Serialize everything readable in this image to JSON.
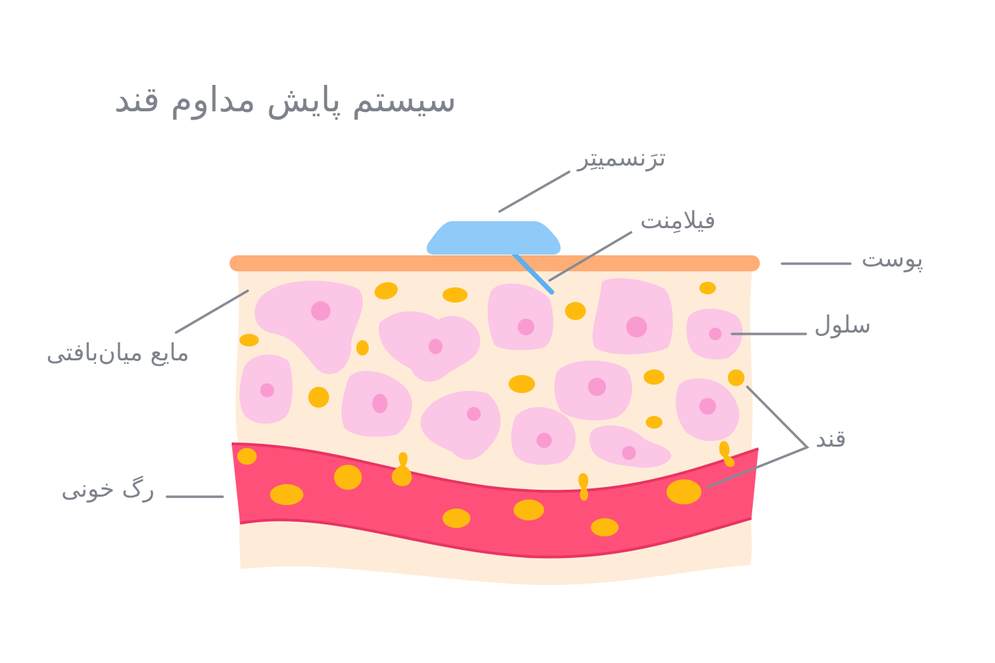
{
  "diagram": {
    "title": "سیستم پایش مداوم قند",
    "labels": {
      "transmitter": "ترَنسمیتِر",
      "filament": "فیلامِنت",
      "skin": "پوست",
      "cell": "سلول",
      "glucose": "قند",
      "interstitial_fluid": "مایع میان‌بافتی",
      "blood_vessel": "رگ خونی"
    },
    "colors": {
      "text": "#7d828c",
      "leader_line": "#868b94",
      "skin_layer": "#ffad76",
      "tissue": "#feecd9",
      "cell_body": "#fcc6e6",
      "cell_nucleus": "#f99bd0",
      "glucose": "#ffbb0d",
      "blood_vessel": "#ff5079",
      "vessel_wall": "#e83463",
      "transmitter": "#8fcaf8",
      "filament": "#5ab0f0"
    }
  }
}
